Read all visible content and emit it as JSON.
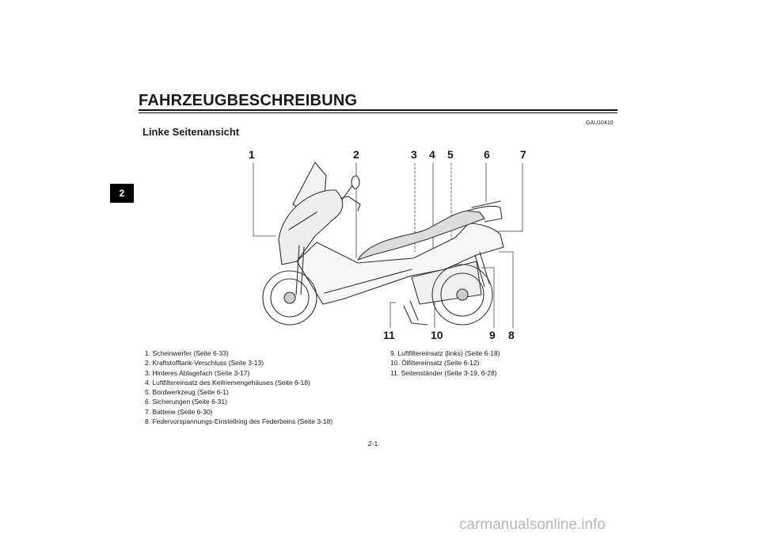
{
  "header": {
    "title": "FAHRZEUGBESCHREIBUNG",
    "chapter_tab": "2"
  },
  "doc_code": "GAU10410",
  "section": {
    "heading": "Linke Seitenansicht"
  },
  "figure": {
    "callouts_top": [
      "1",
      "2",
      "3",
      "4",
      "5",
      "6",
      "7"
    ],
    "callouts_bottom": [
      "11",
      "10",
      "9",
      "8"
    ]
  },
  "parts_left": [
    "1. Scheinwerfer (Seite 6-33)",
    "2. Kraftstofftank-Verschluss (Seite 3-13)",
    "3. Hinteres Ablagefach (Seite 3-17)",
    "4. Luftfiltereinsatz des Keilriemengehäuses (Seite 6-18)",
    "5. Bordwerkzeug (Seite 6-1)",
    "6. Sicherungen (Seite 6-31)",
    "7. Batterie (Seite 6-30)",
    "8. Federvorspannungs-Einstellring des Federbeins (Seite 3-18)"
  ],
  "parts_right": [
    "9. Luftfiltereinsatz (links) (Seite 6-18)",
    "10. Ölfiltereinsatz (Seite 6-12)",
    "11. Seitenständer (Seite 3-19, 6-28)"
  ],
  "footer": {
    "page_number": "2-1",
    "watermark": "carmanualsonline.info"
  }
}
